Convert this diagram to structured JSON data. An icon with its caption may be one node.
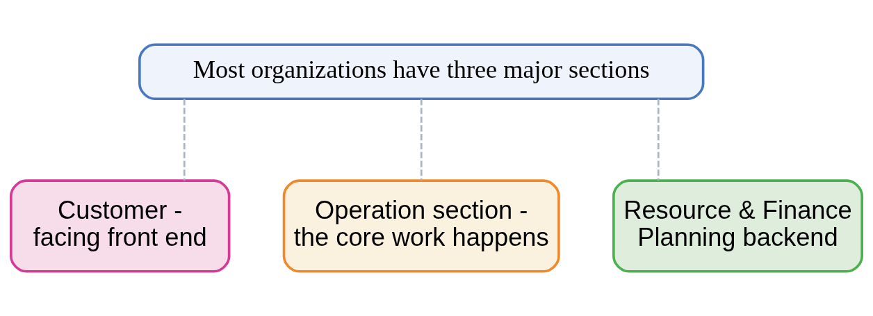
{
  "diagram": {
    "nodes": [
      {
        "text": [
          "Most organizations have three major sections"
        ]
      },
      {
        "text": [
          "Customer - facing front end"
        ]
      },
      {
        "text": [
          "Operation section - the core work happens"
        ]
      },
      {
        "text": [
          "Resource & Finance Planning backend"
        ]
      }
    ],
    "edges": [
      {
        "from": 0,
        "to": 1,
        "arrow": "none",
        "style": "dashed"
      },
      {
        "from": 0,
        "to": 2,
        "arrow": "none",
        "style": "dashed"
      },
      {
        "from": 0,
        "to": 3,
        "arrow": "none",
        "style": "dashed"
      }
    ]
  }
}
